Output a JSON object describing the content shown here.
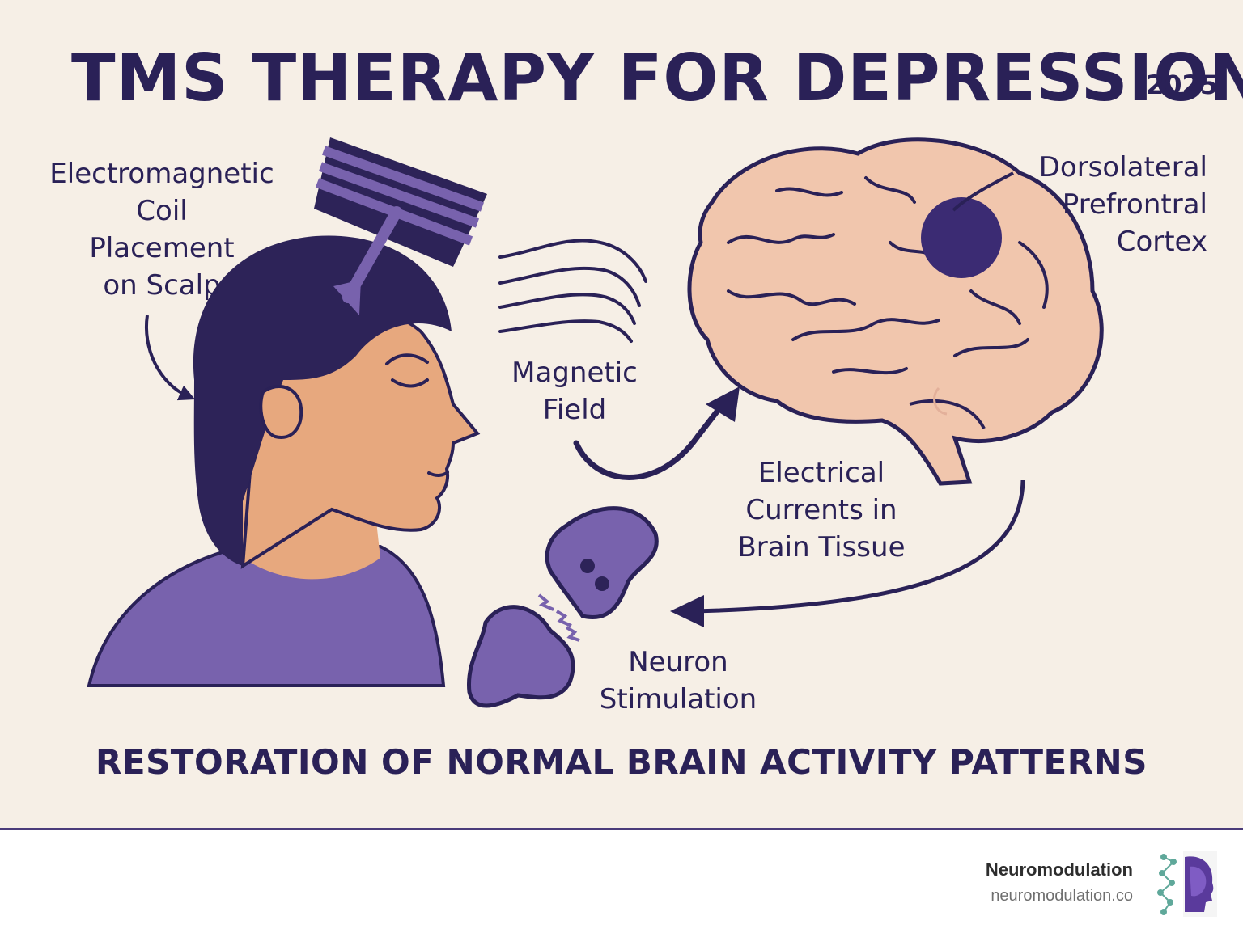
{
  "title": "TMS THERAPY FOR DEPRESSION",
  "year": "2025",
  "labels": {
    "coil": [
      "Electromagnetic",
      "Coil",
      "Placement",
      "on Scalp"
    ],
    "field": [
      "Magnetic",
      "Field"
    ],
    "cortex": [
      "Dorsolateral",
      "Prefrontral",
      "Cortex"
    ],
    "currents": [
      "Electrical",
      "Currents in",
      "Brain Tissue"
    ],
    "neuron": [
      "Neuron",
      "Stimulation"
    ]
  },
  "bottom_caption": "RESTORATION OF NORMAL BRAIN ACTIVITY PATTERNS",
  "footer": {
    "brand_name": "Neuromodulation",
    "brand_url": "neuromodulation.co"
  },
  "colors": {
    "navy": "#2a2157",
    "purple": "#7862ad",
    "skin": "#e7a87e",
    "brain": "#f1c6ad",
    "background": "#f6efe6"
  },
  "icons": [
    "coil-icon",
    "head-illustration",
    "magnetic-wave-icon",
    "brain-illustration",
    "neuron-synapse-icon",
    "logo-icon"
  ]
}
